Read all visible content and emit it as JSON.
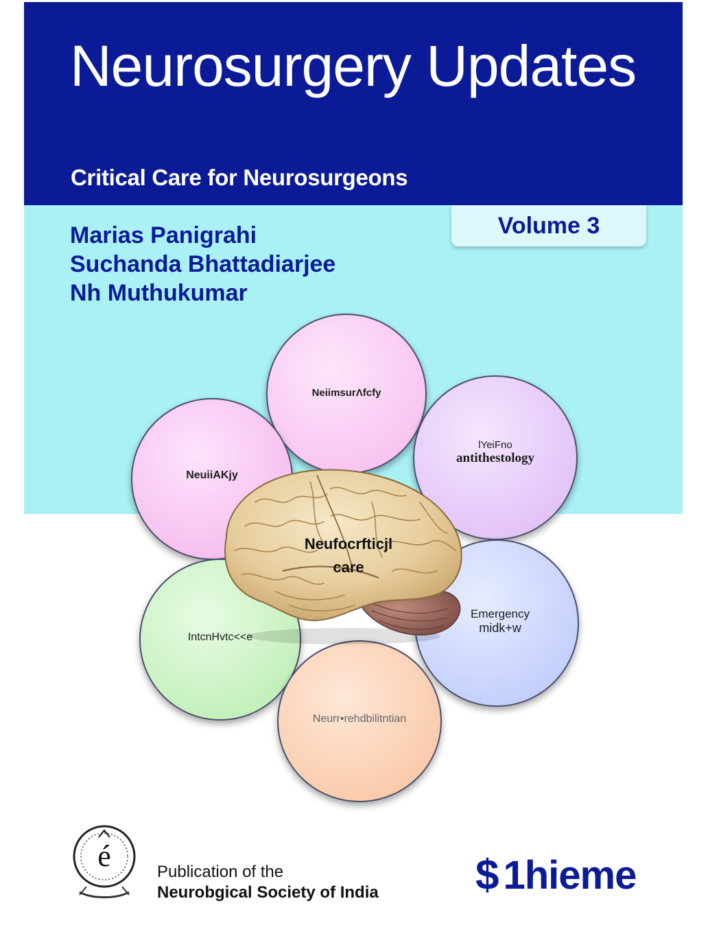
{
  "cover": {
    "title": "Neurosurgery Updates",
    "subtitle": "Critical Care for Neurosurgeons",
    "volume": "Volume 3",
    "authors": [
      "Marias Panigrahi",
      "Suchanda Bhattadiarjee",
      "Nh Muthukumar"
    ]
  },
  "diagram": {
    "center": [
      "Neufocrfticjl",
      "care"
    ],
    "petals": {
      "top": "NeiimsurΛfcfy",
      "left": "NeuiiAKjy",
      "right_line1": "lYeiFno",
      "right_line2": "antithestology",
      "bottom_right_line1": "Emergency",
      "bottom_right_line2": "midk+w",
      "bottom_left": "IntcnHvtc<<e",
      "bottom": "Neurr•rehdbilitntian"
    },
    "colors": {
      "top": "#f9c6f2",
      "left": "#f7bcf0",
      "right": "#e7c8f8",
      "bottom_right": "#c9d2fb",
      "bottom_left": "#c8f4c2",
      "bottom": "#fbd0ae"
    }
  },
  "footer": {
    "publication_line1": "Publication of the",
    "publication_line2": "Neurobgical Society of India",
    "publisher": "1hieme",
    "publisher_mark": "$"
  }
}
